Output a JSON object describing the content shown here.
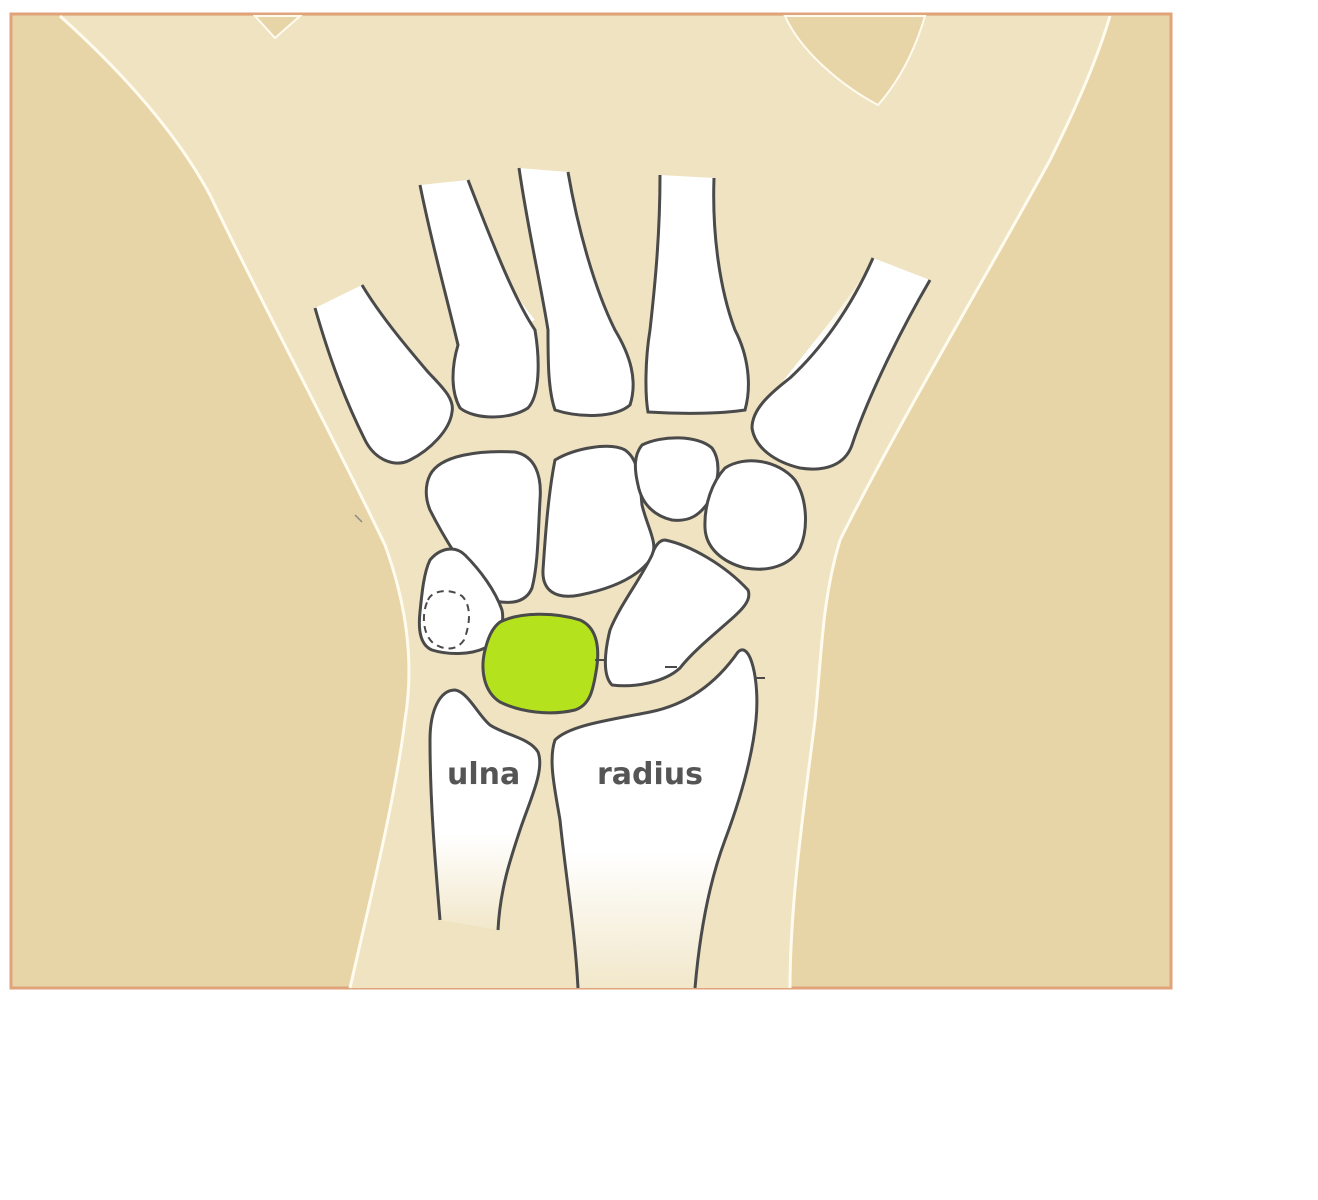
{
  "labels": {
    "ulna": "ulna",
    "radius": "radius"
  },
  "colors": {
    "frame_border": "#e0a37a",
    "background_tan": "#e7d5a8",
    "soft_tissue": "#efe3c1",
    "skin_outline": "#fffbee",
    "bone_fill": "#ffffff",
    "bone_outline": "#4a4a4a",
    "highlighted_bone": "#b4e21d",
    "label_text": "#555555"
  },
  "highlighted_bone": "lunate"
}
